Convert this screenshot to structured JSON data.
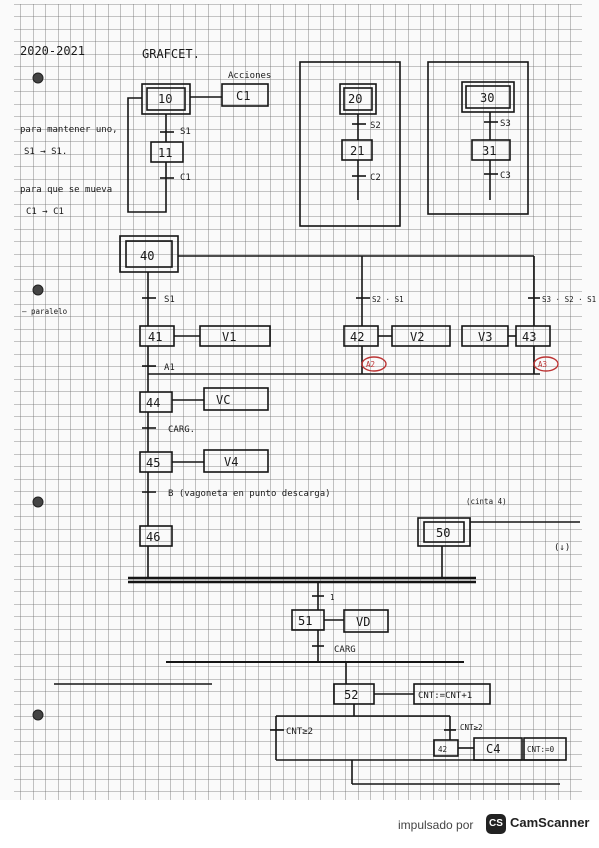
{
  "header": {
    "year": "2020-2021",
    "title": "GRAFCET.",
    "acciones": "Acciones"
  },
  "notes": {
    "maintain_1": "para mantener uno,",
    "maintain_2": "S1 → S1.",
    "return_1": "para que se mueva",
    "return_2": "C1 → C1",
    "side": "— paralelo"
  },
  "steps": {
    "s10": "10",
    "s11": "11",
    "s20": "20",
    "s21": "21",
    "s30": "30",
    "s31": "31",
    "s40": "40",
    "s41": "41",
    "s42": "42",
    "s43": "43",
    "s44": "44",
    "s45": "45",
    "s46": "46",
    "s50": "50",
    "s51": "51",
    "s52": "52",
    "s42b": "42"
  },
  "actions": {
    "c1": "C1",
    "v1": "V1",
    "v2": "V2",
    "v3": "V3",
    "vc": "VC",
    "v4": "V4",
    "vd": "VD",
    "cnt_inc": "CNT:=CNT+1",
    "c4": "C4",
    "cnt_reset": "CNT:=0"
  },
  "transitions": {
    "t_s1": "S1",
    "t_c1": "C1",
    "t_s2": "S2",
    "t_c2": "C2",
    "t_s3": "S3",
    "t_c3": "C3",
    "t40_s1": "S1",
    "t42": "S2 · S1",
    "t43": "S3 · S2 · S1",
    "t_a1": "A1",
    "t_carg": "CARG.",
    "t_b": "B (vagoneta en punto descarga)",
    "t_1": "1",
    "t_carg2": "CARG",
    "t_cnt_lt": "CNT≥2",
    "t_cnt_ge": "CNT≥2",
    "cinta": "(cinta 4)",
    "arrow_down": "(↓)"
  },
  "markers": {
    "a2": "A2",
    "a3": "A3"
  },
  "footer": {
    "powered": "impulsado por",
    "badge": "CS",
    "brand": "CamScanner"
  }
}
